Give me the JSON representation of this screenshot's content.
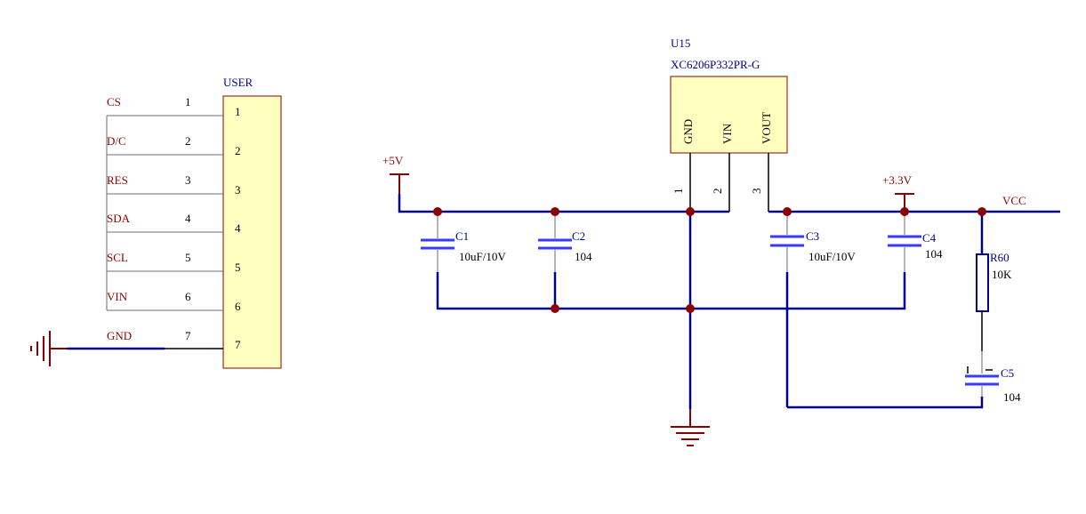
{
  "connector": {
    "title": "USER",
    "pins": [
      {
        "name": "CS",
        "num": "1",
        "pin": "1"
      },
      {
        "name": "D/C",
        "num": "2",
        "pin": "2"
      },
      {
        "name": "RES",
        "num": "3",
        "pin": "3"
      },
      {
        "name": "SDA",
        "num": "4",
        "pin": "4"
      },
      {
        "name": "SCL",
        "num": "5",
        "pin": "5"
      },
      {
        "name": "VIN",
        "num": "6",
        "pin": "6"
      },
      {
        "name": "GND",
        "num": "7",
        "pin": "7"
      }
    ]
  },
  "regulator": {
    "ref": "U15",
    "part": "XC6206P332PR-G",
    "pins": [
      "GND",
      "VIN",
      "VOUT"
    ],
    "pin_numbers": [
      "1",
      "2",
      "3"
    ]
  },
  "nets": {
    "in": "+5V",
    "out": "+3.3V",
    "vcc": "VCC"
  },
  "parts": {
    "c1": {
      "ref": "C1",
      "value": "10uF/10V"
    },
    "c2": {
      "ref": "C2",
      "value": "104"
    },
    "c3": {
      "ref": "C3",
      "value": "10uF/10V"
    },
    "c4": {
      "ref": "C4",
      "value": "104"
    },
    "c5": {
      "ref": "C5",
      "value": "104"
    },
    "r60": {
      "ref": "R60",
      "value": "10K"
    }
  },
  "colors": {
    "wire": "#00008b",
    "label": "#8b0000",
    "body": "#ffffc0",
    "cap_plate": "#3a3aff"
  }
}
